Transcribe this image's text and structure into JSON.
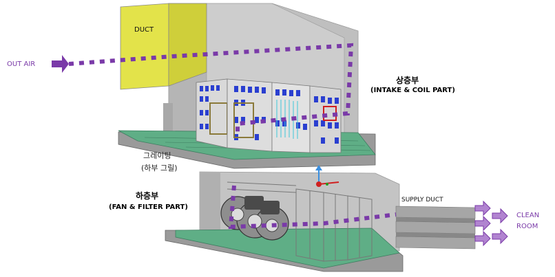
{
  "labels": {
    "duct": "DUCT",
    "out_air": "OUT AIR",
    "upper_title": "상층부",
    "upper_sub": "(INTAKE & COIL PART)",
    "grating_1": "그레이팅",
    "grating_2": "(하부 그릴)",
    "lower_title": "하층부",
    "lower_sub": "(FAN & FILTER PART)",
    "supply_duct": "SUPPLY DUCT",
    "clean_1": "CLEAN",
    "clean_2": "ROOM"
  },
  "colors": {
    "flow": "#7a3aa8",
    "duct": "#e3e34a",
    "floor": "#5fae86",
    "wall": "#c8c8c8",
    "coil": "#2a3fd0"
  }
}
